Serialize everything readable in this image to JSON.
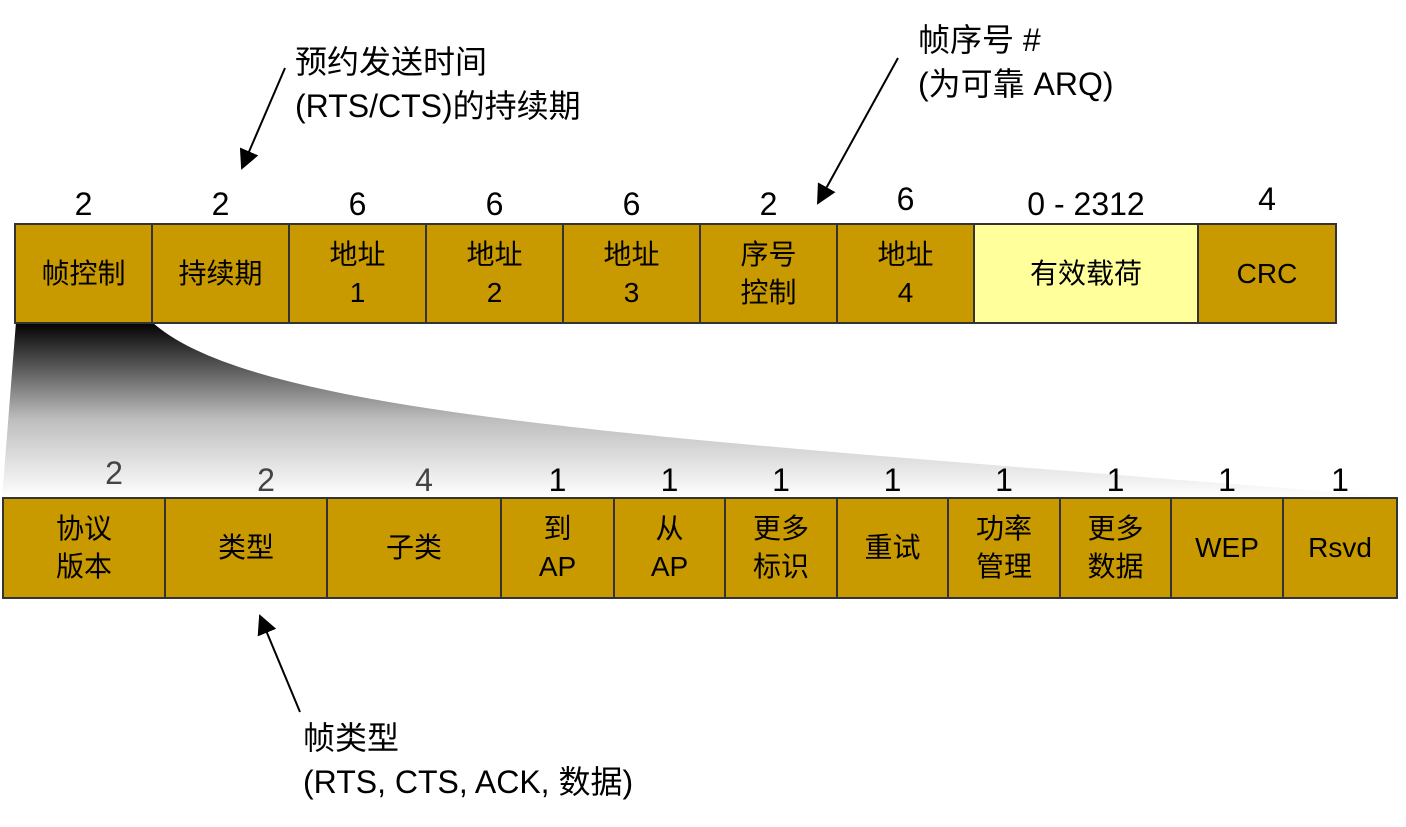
{
  "annotations": {
    "duration_note": "预约发送时间\n(RTS/CTS)的持续期",
    "seq_note": "帧序号 #\n(为可靠 ARQ)",
    "type_note": "帧类型\n(RTS, CTS, ACK, 数据)"
  },
  "frame": {
    "sizes": [
      "2",
      "2",
      "6",
      "6",
      "6",
      "2",
      "6",
      "0 - 2312",
      "4"
    ],
    "fields": [
      "帧控制",
      "持续期",
      "地址\n1",
      "地址\n2",
      "地址\n3",
      "序号\n控制",
      "地址\n4",
      "有效载荷",
      "CRC"
    ]
  },
  "frame_control": {
    "sizes": [
      "2",
      "2",
      "4",
      "1",
      "1",
      "1",
      "1",
      "1",
      "1",
      "1",
      "1"
    ],
    "fields": [
      "协议\n版本",
      "类型",
      "子类",
      "到\nAP",
      "从\nAP",
      "更多\n标识",
      "重试",
      "功率\n管理",
      "更多\n数据",
      "WEP",
      "Rsvd"
    ]
  },
  "colors": {
    "field": "#c89a00",
    "payload": "#ffff9c",
    "border": "#333333"
  }
}
